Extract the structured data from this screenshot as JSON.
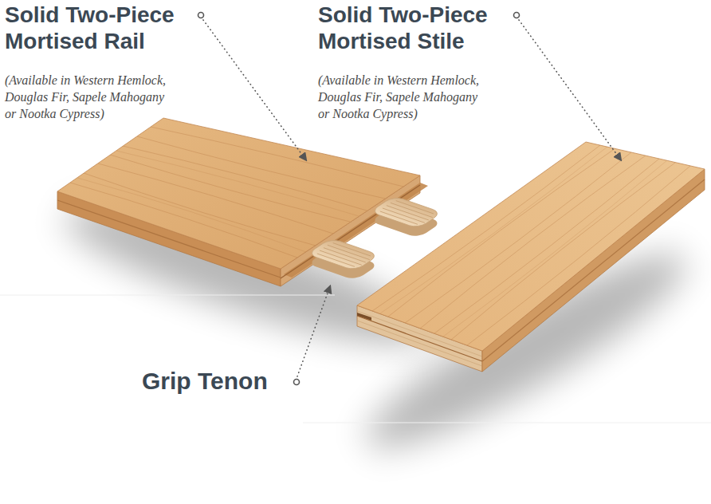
{
  "diagram": {
    "labels": [
      "Solid Two-Piece Mortised Rail",
      "(Available in Western Hemlock, Douglas Fir, Sapele Mahogany or Nootka Cypress)",
      "Solid Two-Piece Mortised Stile",
      "(Available in Western Hemlock, Douglas Fir, Sapele Mahogany or Nootka Cypress)",
      "Grip Tenon"
    ]
  }
}
